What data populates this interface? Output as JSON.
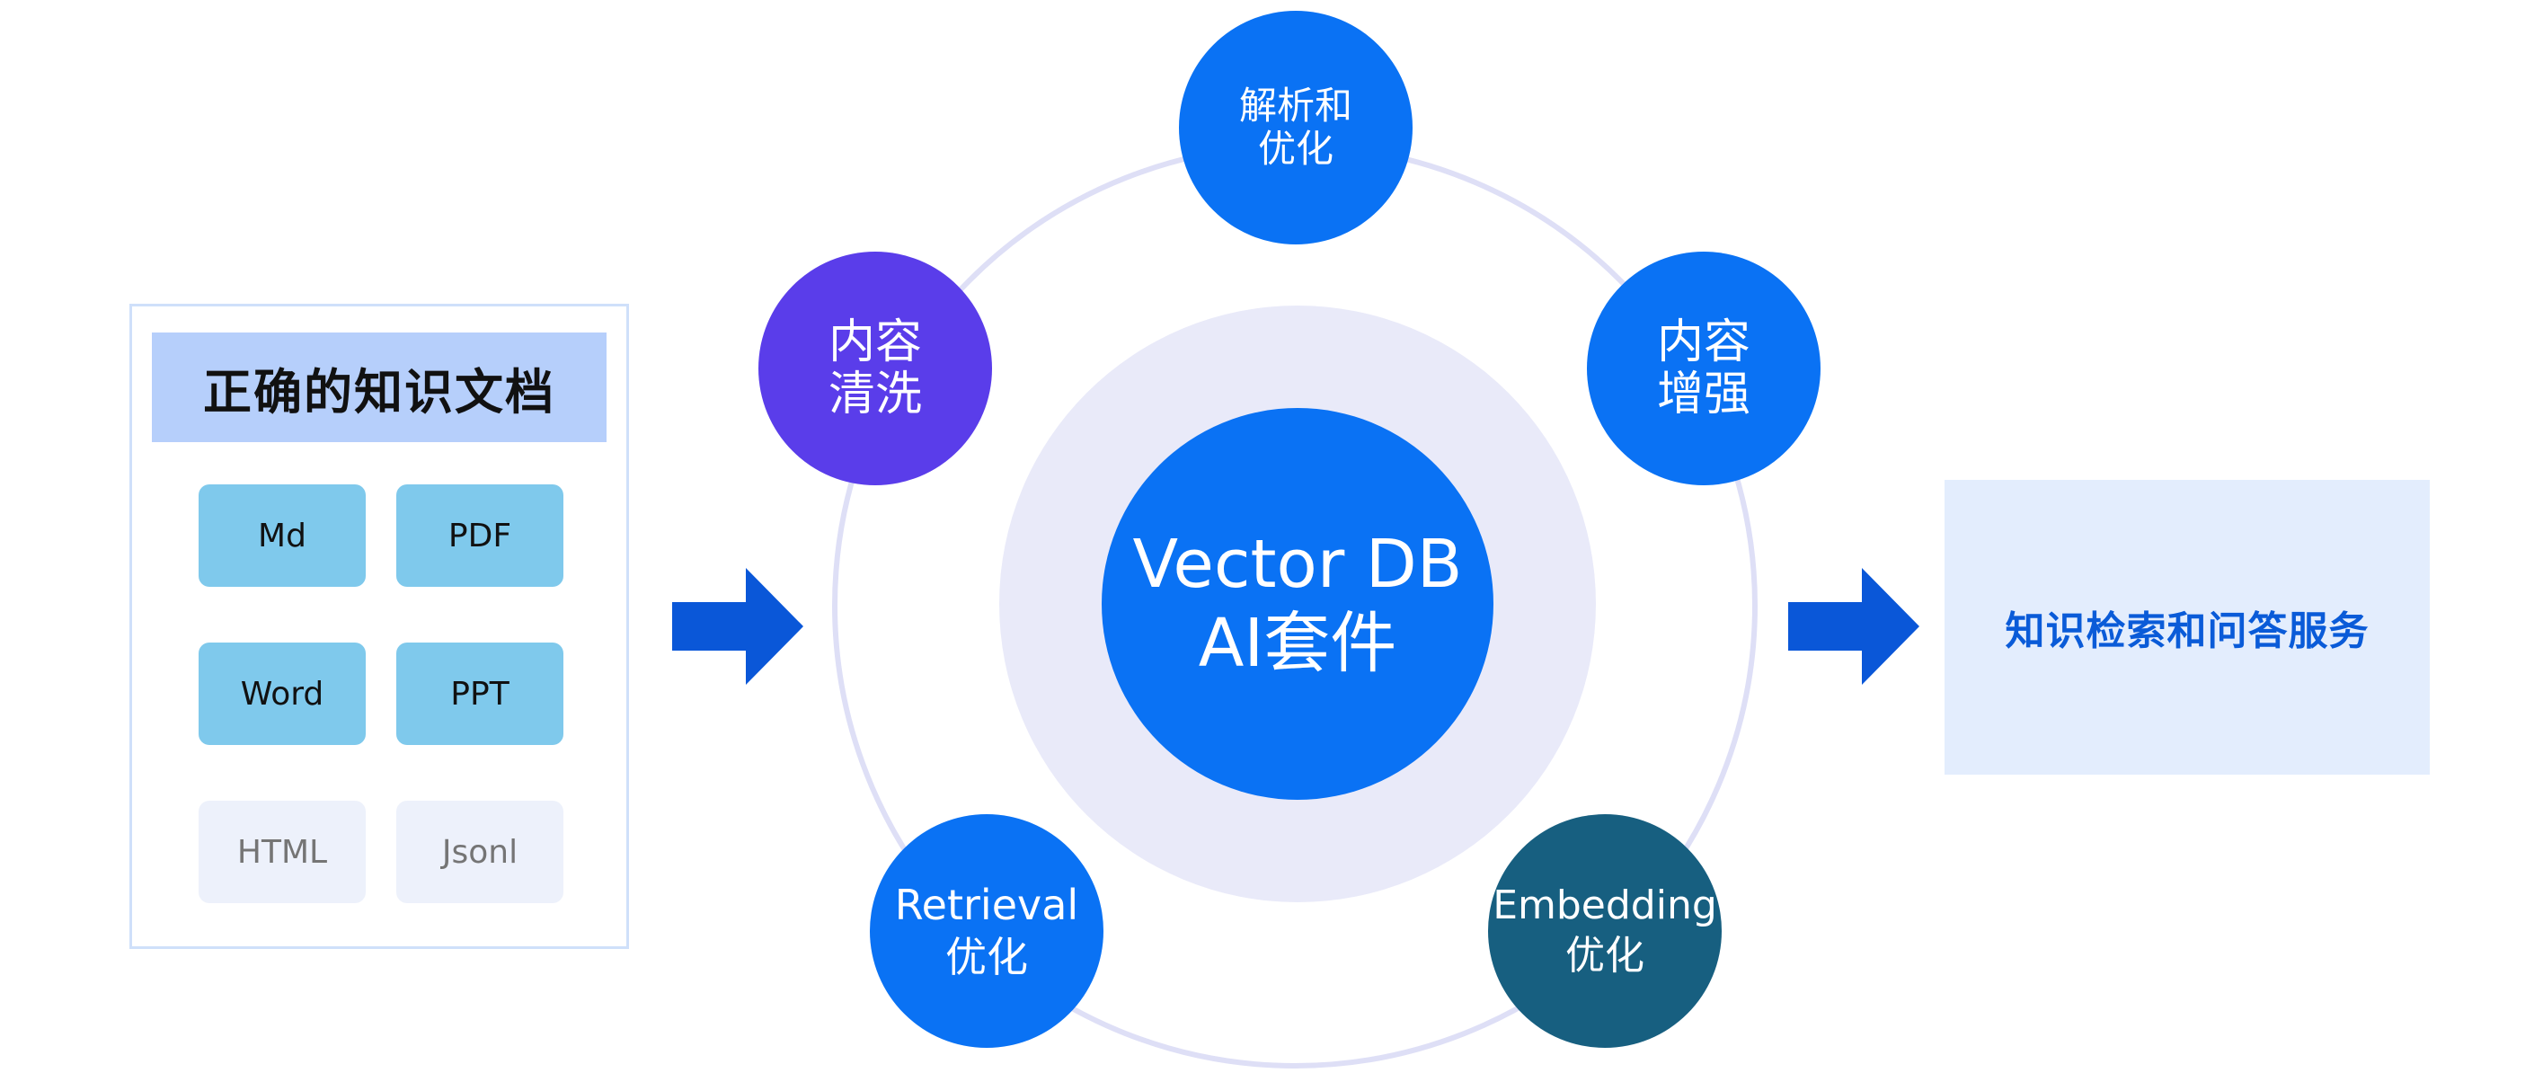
{
  "documents": {
    "title": "正确的知识文档",
    "formats": [
      "Md",
      "PDF",
      "Word",
      "PPT",
      "HTML",
      "Jsonl"
    ]
  },
  "core": {
    "line1": "Vector DB",
    "line2": "AI套件"
  },
  "nodes": {
    "parse": {
      "line1": "解析和",
      "line2": "优化",
      "color": "#0a72f4"
    },
    "clean": {
      "line1": "内容",
      "line2": "清洗",
      "color": "#5a3dea"
    },
    "enhance": {
      "line1": "内容",
      "line2": "增强",
      "color": "#0a72f4"
    },
    "retrieval": {
      "line1": "Retrieval",
      "line2": "优化",
      "color": "#0a72f4"
    },
    "embedding": {
      "line1": "Embedding",
      "line2": "优化",
      "color": "#175f80"
    }
  },
  "service": {
    "label": "知识检索和问答服务"
  },
  "colors": {
    "arrow": "#0a57d8",
    "chip_strong": "#7fc9ec",
    "chip_light": "#edf1fb",
    "ring": "#dedff6",
    "inner_disc": "#e9eaf9"
  }
}
